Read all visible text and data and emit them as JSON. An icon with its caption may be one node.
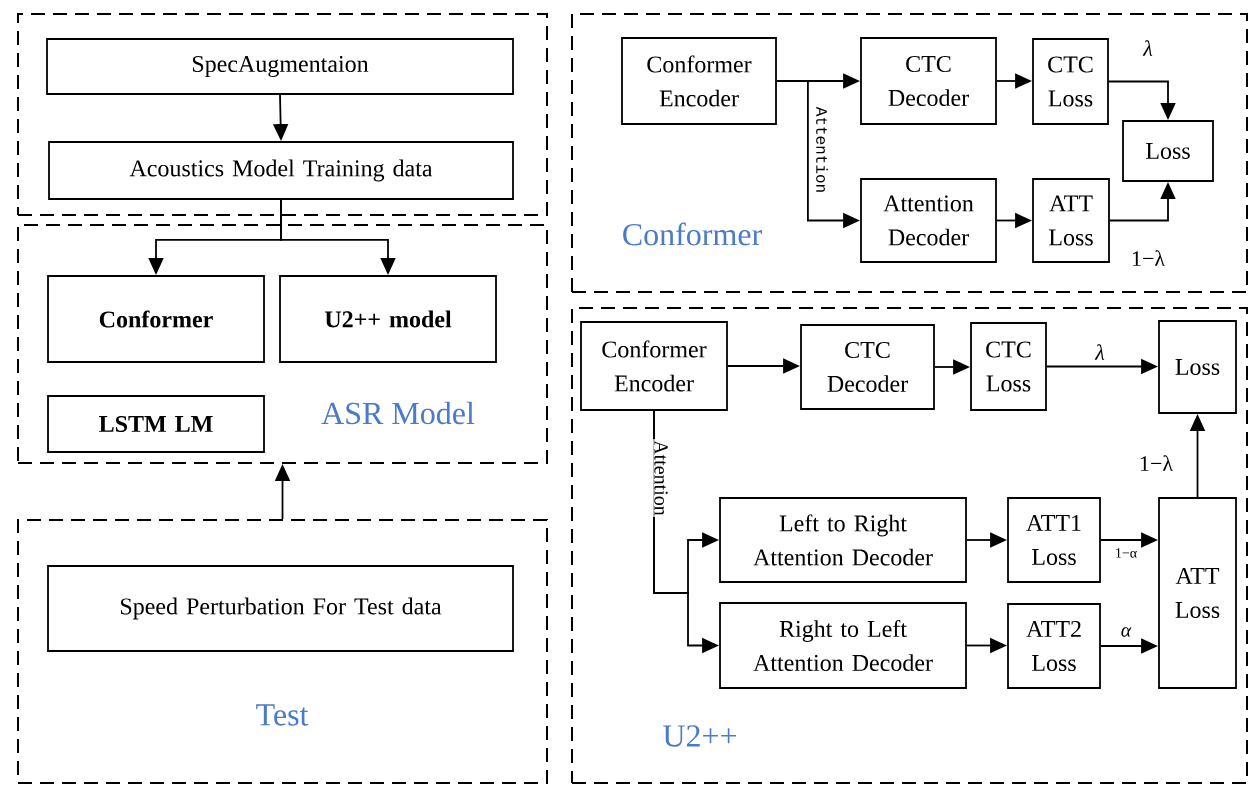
{
  "diagram": {
    "nodes": [
      {
        "text": [],
        "shape": "box"
      },
      {
        "text": [
          "SpecAugmentaion"
        ],
        "in": 0
      },
      {
        "text": [
          "Acoustics Model Training data"
        ],
        "in": 0
      },
      {
        "text": [
          "ASR Model"
        ]
      },
      {
        "text": [
          "Conformer"
        ],
        "in": 3
      },
      {
        "text": [
          "U2++ model"
        ],
        "in": 3
      },
      {
        "text": [
          "LSTM LM"
        ],
        "in": 3
      },
      {
        "text": [
          "Test"
        ]
      },
      {
        "text": [
          "Speed Perturbation For Test data"
        ],
        "in": 7
      },
      {
        "text": [
          "Conformer"
        ]
      },
      {
        "text": [
          "Conformer Encoder"
        ],
        "in": 9
      },
      {
        "text": [
          "CTC Decoder"
        ],
        "in": 9
      },
      {
        "text": [
          "CTC Loss"
        ],
        "in": 9
      },
      {
        "text": [
          "Attention Decoder"
        ],
        "in": 9
      },
      {
        "text": [
          "ATT Loss"
        ],
        "in": 9
      },
      {
        "text": [
          "Loss"
        ],
        "in": 9
      },
      {
        "text": [
          "U2++"
        ]
      },
      {
        "text": [
          "Conformer Encoder"
        ],
        "in": 16
      },
      {
        "text": [
          "CTC Decoder"
        ],
        "in": 16
      },
      {
        "text": [
          "CTC Loss"
        ],
        "in": 16
      },
      {
        "text": [
          "Loss"
        ],
        "in": 16
      },
      {
        "text": [
          "Left to Right Attention Decoder"
        ],
        "in": 16
      },
      {
        "text": [
          "ATT1 Loss"
        ],
        "in": 16
      },
      {
        "text": [
          "Right to Left Attention Decoder"
        ],
        "in": 16
      },
      {
        "text": [
          "ATT2 Loss"
        ],
        "in": 16
      },
      {
        "text": [
          "ATT Loss"
        ],
        "in": 16
      }
    ],
    "edges": [
      {
        "from": 1,
        "to": 2,
        "arrow": "to"
      },
      {
        "from": 2,
        "to": 4,
        "arrow": "to"
      },
      {
        "from": 2,
        "to": 5,
        "arrow": "to"
      },
      {
        "from": 7,
        "to": 3,
        "arrow": "to"
      },
      {
        "from": 10,
        "to": 11,
        "arrow": "to"
      },
      {
        "from": 10,
        "to": 13,
        "arrow": "to",
        "label": "Attention"
      },
      {
        "from": 11,
        "to": 12,
        "arrow": "to"
      },
      {
        "from": 12,
        "to": 15,
        "arrow": "to",
        "label": "λ"
      },
      {
        "from": 13,
        "to": 14,
        "arrow": "to"
      },
      {
        "from": 14,
        "to": 15,
        "arrow": "to",
        "label": "1−λ"
      },
      {
        "from": 17,
        "to": 18,
        "arrow": "to"
      },
      {
        "from": 18,
        "to": 19,
        "arrow": "to"
      },
      {
        "from": 19,
        "to": 20,
        "arrow": "to",
        "label": "λ"
      },
      {
        "from": 17,
        "to": 21,
        "arrow": "to",
        "label": "Attention"
      },
      {
        "from": 17,
        "to": 23,
        "arrow": "to"
      },
      {
        "from": 21,
        "to": 22,
        "arrow": "to"
      },
      {
        "from": 23,
        "to": 24,
        "arrow": "to"
      },
      {
        "from": 22,
        "to": 25,
        "arrow": "to",
        "label": "1−α"
      },
      {
        "from": 24,
        "to": 25,
        "arrow": "to",
        "label": "α"
      },
      {
        "from": 25,
        "to": 20,
        "arrow": "to",
        "label": "1−λ"
      }
    ]
  }
}
